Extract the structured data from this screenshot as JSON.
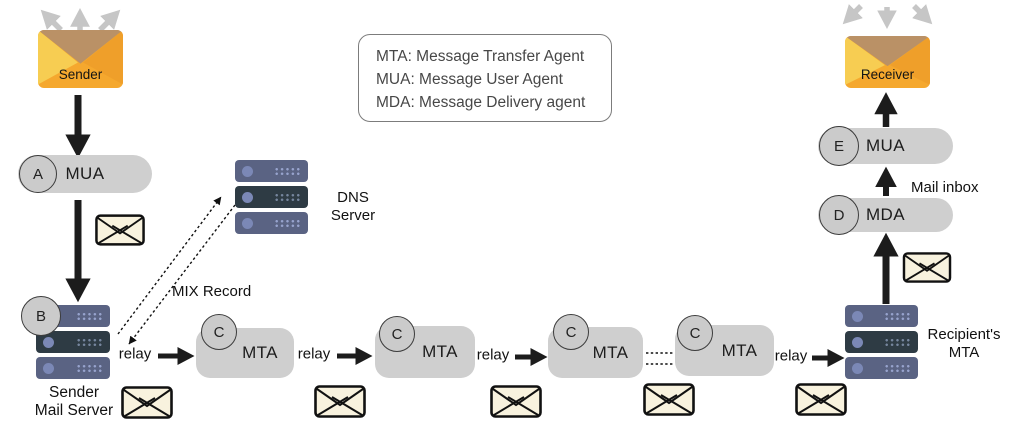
{
  "legend": {
    "lines": [
      "MTA: Message Transfer Agent",
      "MUA: Message User Agent",
      "MDA: Message Delivery agent"
    ]
  },
  "sender": {
    "label": "Sender"
  },
  "receiver": {
    "label": "Receiver"
  },
  "sender_mua": {
    "badge": "A",
    "label": "MUA"
  },
  "sender_mail_server": {
    "badge": "B",
    "label_line1": "Sender",
    "label_line2": "Mail Server"
  },
  "dns_server": {
    "label_line1": "DNS",
    "label_line2": "Server"
  },
  "mix_record_label": "MIX Record",
  "relay_labels": [
    "relay",
    "relay",
    "relay",
    "relay"
  ],
  "mta_chain": [
    {
      "badge": "C",
      "label": "MTA"
    },
    {
      "badge": "C",
      "label": "MTA"
    },
    {
      "badge": "C",
      "label": "MTA"
    },
    {
      "badge": "C",
      "label": "MTA"
    }
  ],
  "recipient_mta": {
    "label_line1": "Recipient's",
    "label_line2": "MTA"
  },
  "mda": {
    "badge": "D",
    "label": "MDA"
  },
  "receiver_mua": {
    "badge": "E",
    "label": "MUA"
  },
  "mail_inbox_label": "Mail inbox",
  "colors": {
    "pill": "#cfcfcf",
    "badge": "#cbcbcb",
    "envelope_body": "#f5a82e",
    "envelope_flap": "#ba9166",
    "envelope_left": "#f7cd52",
    "envelope_right": "#ef9f2a",
    "mail_icon_fill": "#f8f2de",
    "server_light": "#5a6383",
    "server_dark": "#2e3b44",
    "arrow_black": "#1c1c1c",
    "arrow_gray": "#c6c6c6"
  }
}
